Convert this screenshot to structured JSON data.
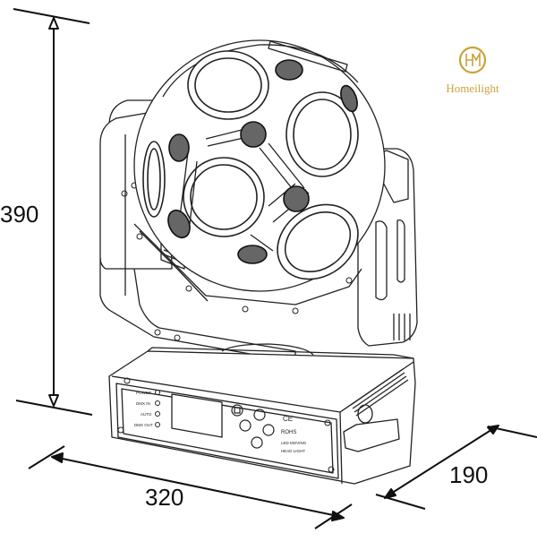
{
  "brand": {
    "name": "Homeilight",
    "monogram": "HM",
    "color": "#c9a33a"
  },
  "dimensions": {
    "height": "390",
    "width": "320",
    "depth": "190",
    "line_color": "#111111"
  },
  "product": {
    "type": "LED moving head light (ball head)",
    "control_panel": {
      "indicators": [
        {
          "label": "POWER"
        },
        {
          "label": "DMX IN"
        },
        {
          "label": "AUTO"
        },
        {
          "label": "DMX OUT"
        }
      ],
      "buttons": [
        "menu",
        "up",
        "enter",
        "down",
        "mode"
      ],
      "marks": [
        "CE",
        "ROHS"
      ],
      "model_text": [
        "LED MOVING",
        "HEAD LIGHT"
      ]
    }
  }
}
